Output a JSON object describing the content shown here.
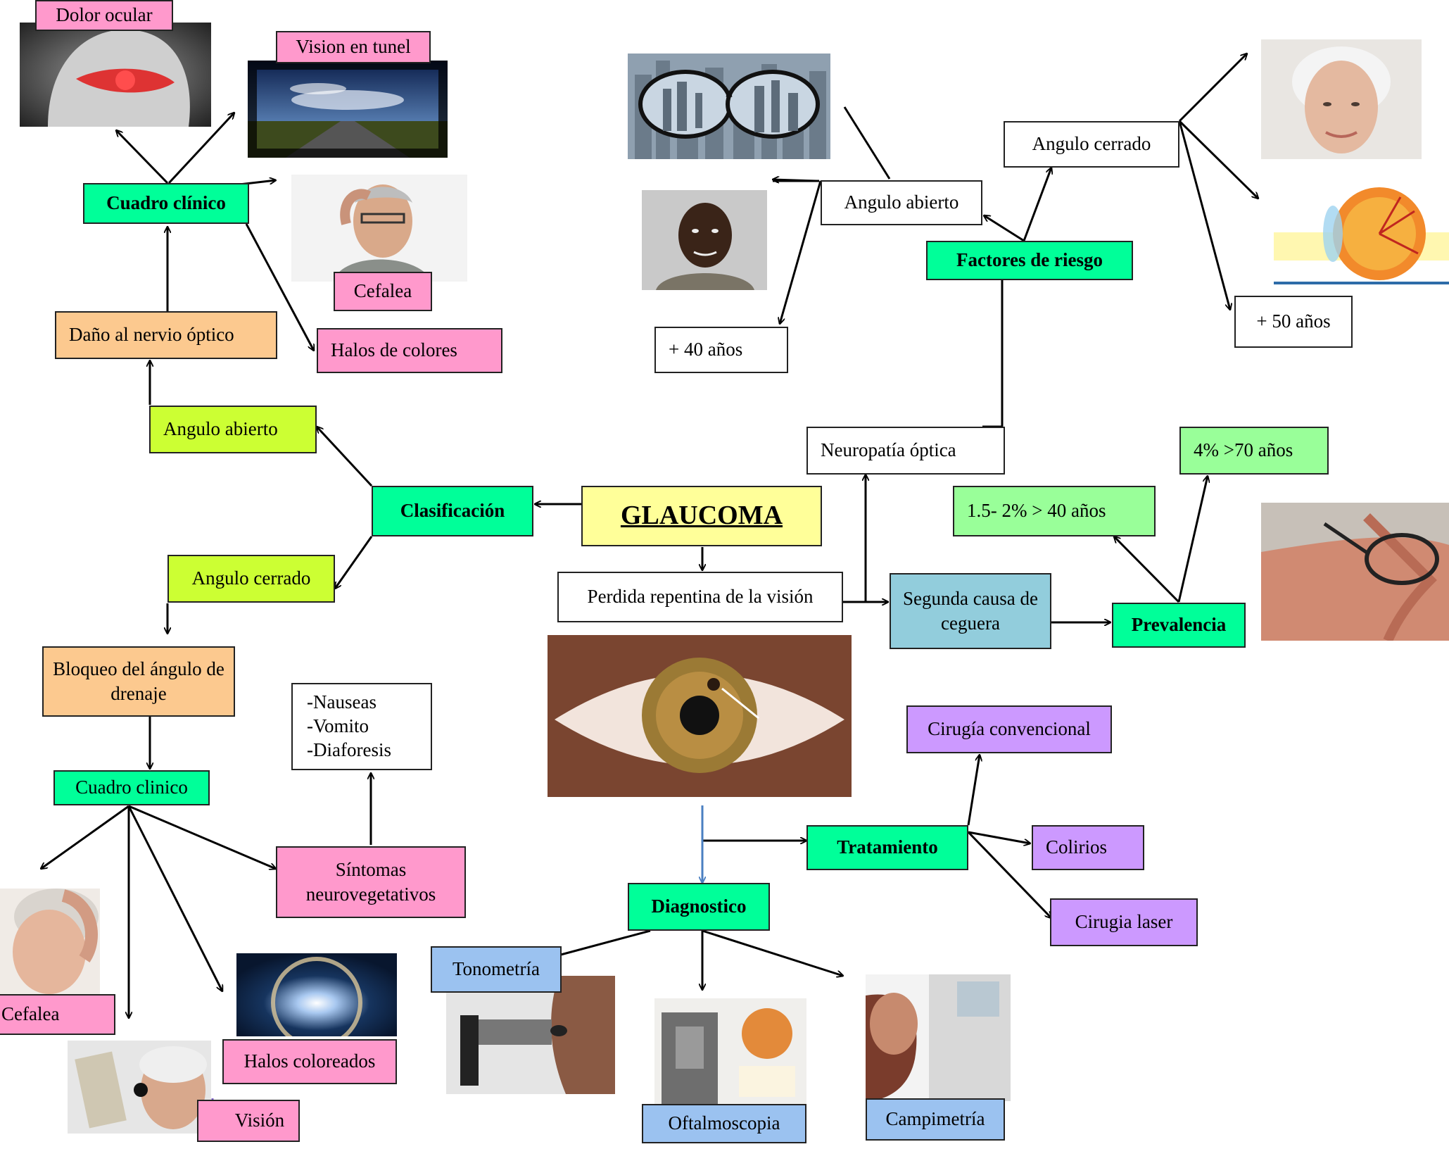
{
  "colors": {
    "pink": "#ff99cc",
    "green": "#00ff99",
    "lime": "#ccff33",
    "peach": "#fcc98f",
    "yellow": "#ffff99",
    "teal": "#92cddc",
    "light_green": "#99ff99",
    "purple": "#cc99ff",
    "blue": "#9bc2f0",
    "line": "#000000",
    "blue_arrow": "#4a7fc1"
  },
  "center": {
    "title": "GLAUCOMA"
  },
  "nodes": {
    "dolor_ocular": "Dolor ocular",
    "vision_tunel": "Vision en tunel",
    "cuadro_clinico_1": "Cuadro clínico",
    "cefalea_1": "Cefalea",
    "halos_colores": "Halos de colores",
    "dano_nervio": "Daño al nervio óptico",
    "angulo_abierto_1": "Angulo abierto",
    "clasificacion": "Clasificación",
    "angulo_cerrado_1": "Angulo cerrado",
    "bloqueo": "Bloqueo del ángulo de drenaje",
    "cuadro_clinico_2": "Cuadro clinico",
    "sintomas_list": [
      "-Nauseas",
      "-Vomito",
      "-Diaforesis"
    ],
    "sintomas": "Síntomas neurovegetativos",
    "cefalea_2": "Cefalea",
    "halos_coloreados": "Halos coloreados",
    "vision": "Visión",
    "angulo_abierto_2": "Angulo abierto",
    "mas_40": "+ 40 años",
    "angulo_cerrado_2": "Angulo cerrado",
    "factores": "Factores de riesgo",
    "mas_50": "+ 50 años",
    "neuropatia": "Neuropatía óptica",
    "perdida": "Perdida repentina de la visión",
    "segunda_causa": "Segunda causa de ceguera",
    "prevalencia": "Prevalencia",
    "prev_40": "1.5- 2% > 40 años",
    "prev_70": "4% >70 años",
    "cirugia_conv": "Cirugía convencional",
    "tratamiento": "Tratamiento",
    "colirios": "Colirios",
    "cirugia_laser": "Cirugia laser",
    "diagnostico": "Diagnostico",
    "tonometria": "Tonometría",
    "oftalmoscopia": "Oftalmoscopia",
    "campimetria": "Campimetría"
  },
  "images": [
    "eye-pain-head",
    "road-horizon",
    "headache-man",
    "city-glasses",
    "african-man",
    "elderly-woman",
    "eye-anatomy",
    "elderly-man-glasses",
    "eye-closeup",
    "headache-woman",
    "halo-light",
    "reading-elderly",
    "tonometer",
    "ophthalmoscope",
    "perimetry-machine"
  ]
}
